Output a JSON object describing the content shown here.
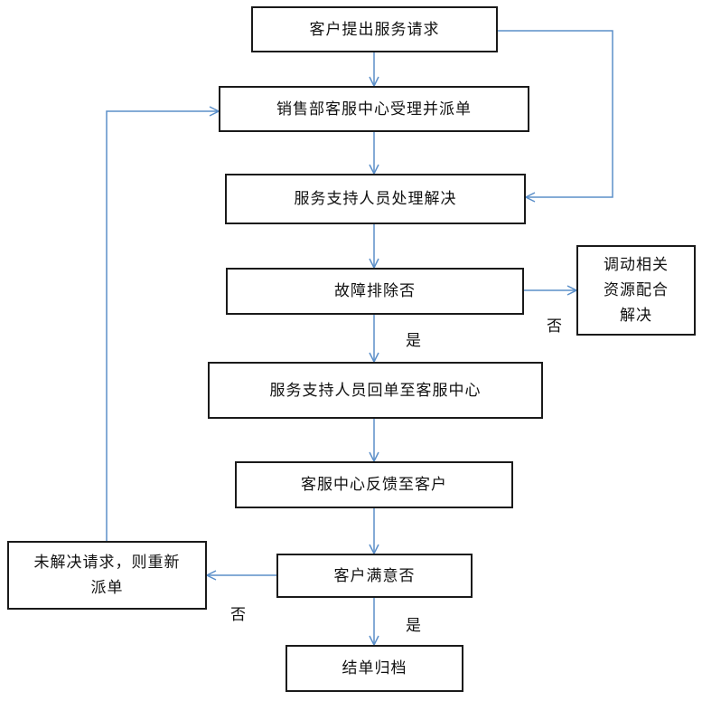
{
  "nodes": {
    "request": "客户提出服务请求",
    "dispatch": "销售部客服中心受理并派单",
    "handle": "服务支持人员处理解决",
    "fixed_check": "故障排除否",
    "coordinate": "调动相关\n资源配合\n解决",
    "report_back": "服务支持人员回单至客服中心",
    "feedback": "客服中心反馈至客户",
    "satisfied_check": "客户满意否",
    "redispatch": "未解决请求，则重新\n派单",
    "close": "结单归档"
  },
  "edge_labels": {
    "fixed_no": "否",
    "fixed_yes": "是",
    "satisfied_no": "否",
    "satisfied_yes": "是"
  },
  "colors": {
    "arrow": "#5b8fc9",
    "border": "#1a1a1a"
  }
}
